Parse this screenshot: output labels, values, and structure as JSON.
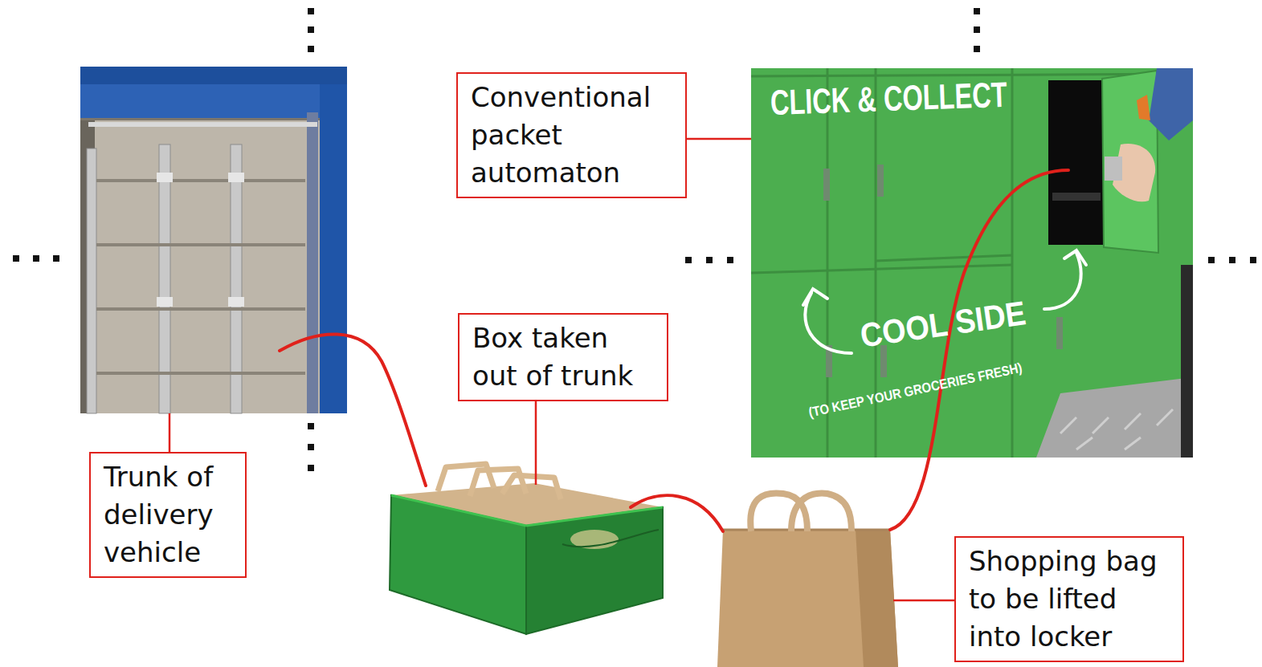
{
  "diagram": {
    "nodes": [
      {
        "text": [
          "Conventional packet automaton"
        ]
      },
      {
        "text": [
          "Box taken out of trunk"
        ]
      },
      {
        "text": [
          "Trunk of delivery vehicle"
        ]
      },
      {
        "text": [
          "Shopping bag to be lifted into locker"
        ]
      }
    ],
    "labels": [
      "CLICK & COLLECT",
      "COOL SIDE",
      "(TO KEEP YOUR GROCERIES FRESH)"
    ]
  }
}
